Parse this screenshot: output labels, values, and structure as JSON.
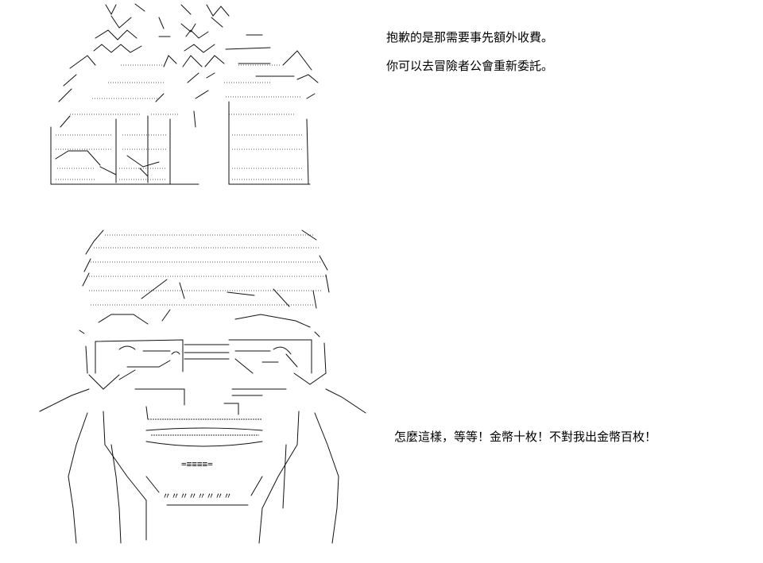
{
  "panel_top": {
    "lines": [
      "抱歉的是那需要事先額外收費。",
      "你可以去冒險者公會重新委託。"
    ]
  },
  "panel_bottom": {
    "lines": [
      "怎麼這樣，等等！金幣十枚！不對我出金幣百枚！"
    ]
  }
}
